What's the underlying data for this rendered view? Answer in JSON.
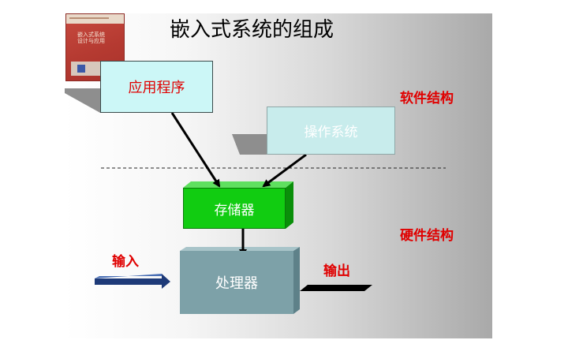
{
  "slide": {
    "title": "嵌入式系统的组成"
  },
  "diagram": {
    "nodes": {
      "application": "应用程序",
      "operating_system": "操作系统",
      "memory": "存储器",
      "processor": "处理器"
    },
    "labels": {
      "software_structure": "软件结构",
      "hardware_structure": "硬件结构",
      "input": "输入",
      "output": "输出"
    }
  },
  "book_cover": {
    "title_text": "嵌入式系统设计与应用"
  },
  "colors": {
    "label_red": "#e00000",
    "application_fill": "#ccf7f7",
    "os_fill": "#c8ecec",
    "memory_fill": "#11cc11",
    "processor_fill": "#7da1a8",
    "input_arrow": "#1e3a78",
    "output_arrow": "#000000"
  }
}
